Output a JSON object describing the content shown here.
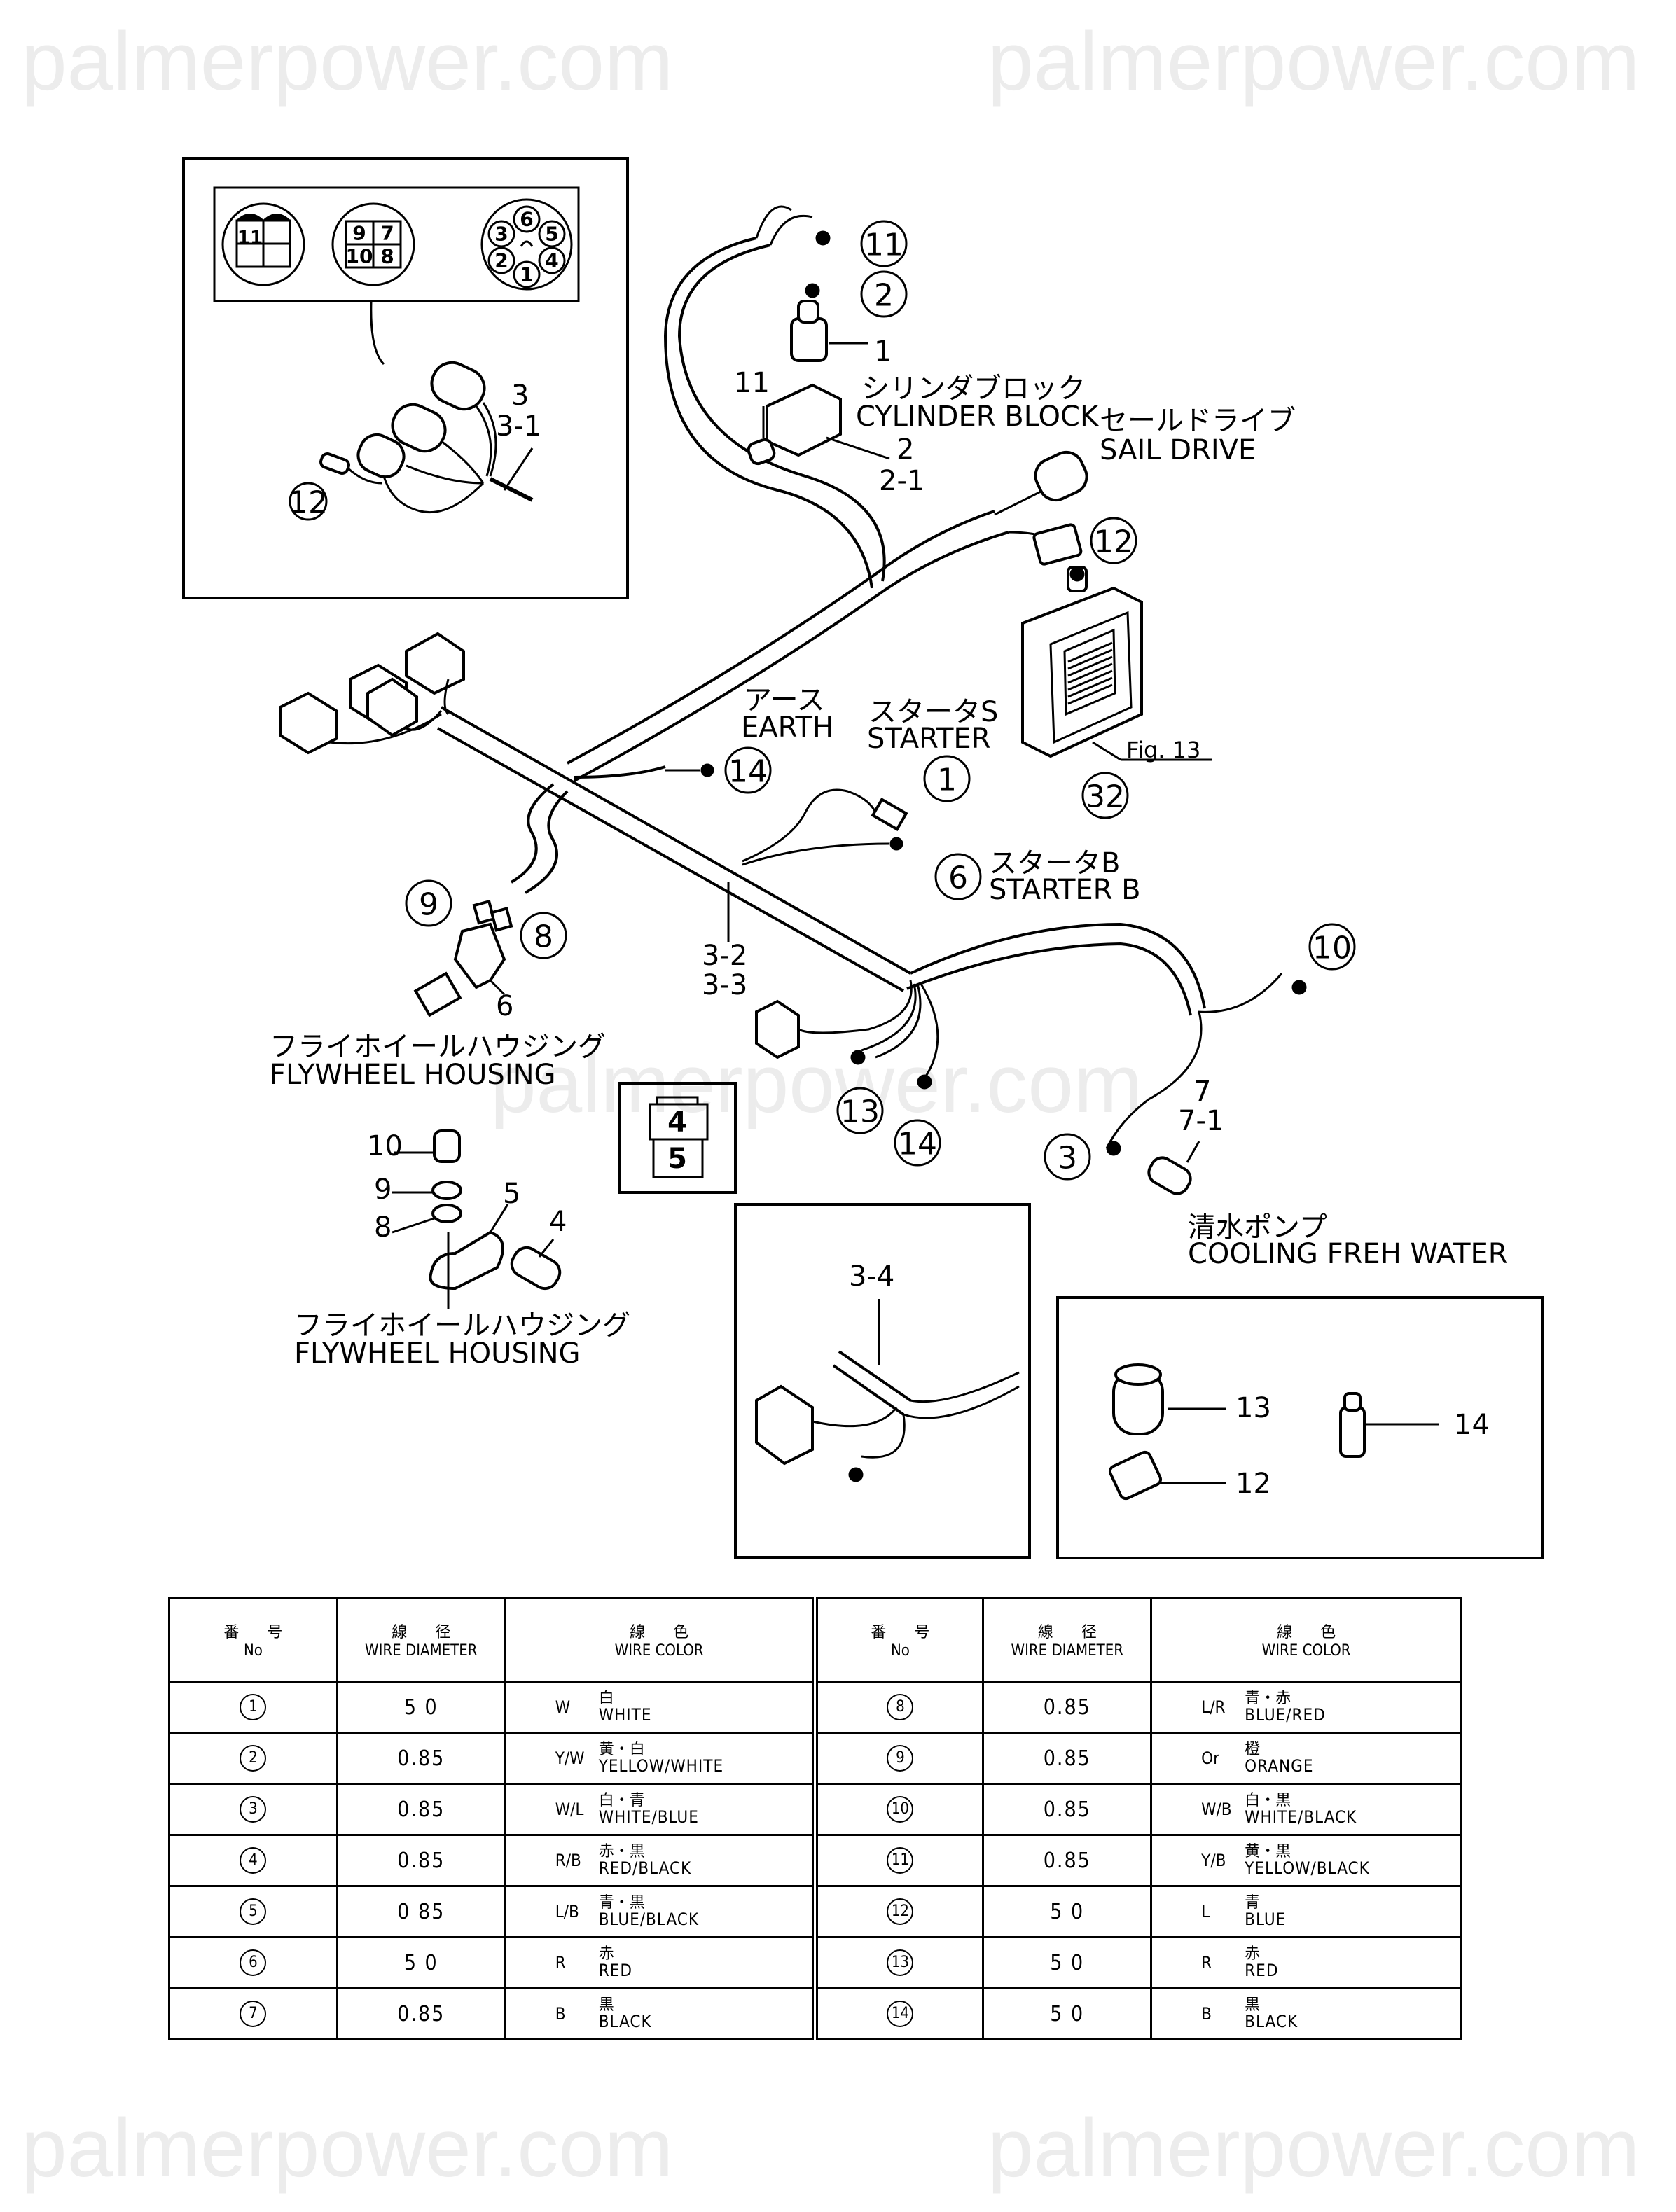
{
  "watermark": "palmerpower.com",
  "inset_connector": {
    "connector_a_pins": [
      "11",
      "",
      "",
      ""
    ],
    "connector_b_pins": [
      "9",
      "7",
      "10",
      "8"
    ],
    "connector_c_pins": [
      "6",
      "3",
      "5",
      "2",
      "4",
      "1"
    ],
    "callouts": {
      "part_3": "3",
      "part_3_1": "3-1",
      "wire_12": "12"
    }
  },
  "callouts": {
    "w11_top": "11",
    "w2_top": "2",
    "part_1": "1",
    "part_11": "11",
    "part_2": "2",
    "part_2_1": "2-1",
    "w12_right": "12",
    "w14_earth": "14",
    "w1_starter": "1",
    "w32": "32",
    "w6_starter": "6",
    "w9": "9",
    "w8": "8",
    "part_6": "6",
    "part_3_2": "3-2",
    "part_3_3": "3-3",
    "w10": "10",
    "w13": "13",
    "w14_lower": "14",
    "w3": "3",
    "part_7": "7",
    "part_7_1": "7-1",
    "part_10": "10",
    "part_9": "9",
    "part_8": "8",
    "part_5": "5",
    "part_4": "4",
    "box_4": "4",
    "box_5": "5",
    "part_3_4": "3-4",
    "part_13": "13",
    "part_12": "12",
    "part_14": "14"
  },
  "labels": {
    "cylinder_block_jp": "シリンダブロック",
    "cylinder_block_en": "CYLINDER BLOCK",
    "sail_drive_jp": "セールドライブ",
    "sail_drive_en": "SAIL DRIVE",
    "earth_jp": "アース",
    "earth_en": "EARTH",
    "starter_s_jp": "スタータS",
    "starter_s_en": "STARTER",
    "starter_b_jp": "スタータB",
    "starter_b_en": "STARTER B",
    "fig_ref": "Fig. 13",
    "flywheel_housing_jp": "フライホイールハウジング",
    "flywheel_housing_en": "FLYWHEEL HOUSING",
    "flywheel_housing2_jp": "フライホイールハウジング",
    "flywheel_housing2_en": "FLYWHEEL HOUSING",
    "cooling_jp": "清水ポンプ",
    "cooling_en": "COOLING FREH WATER"
  },
  "wire_table": {
    "headers": {
      "no_jp": "番号",
      "no_en": "No",
      "diameter_jp": "線径",
      "diameter_en": "WIRE DIAMETER",
      "color_jp": "線色",
      "color_en": "WIRE COLOR"
    },
    "rows": [
      {
        "no": "1",
        "diameter": "5 0",
        "code": "W",
        "color_jp": "白",
        "color_en": "WHITE"
      },
      {
        "no": "2",
        "diameter": "0.85",
        "code": "Y/W",
        "color_jp": "黄・白",
        "color_en": "YELLOW/WHITE"
      },
      {
        "no": "3",
        "diameter": "0.85",
        "code": "W/L",
        "color_jp": "白・青",
        "color_en": "WHITE/BLUE"
      },
      {
        "no": "4",
        "diameter": "0.85",
        "code": "R/B",
        "color_jp": "赤・黒",
        "color_en": "RED/BLACK"
      },
      {
        "no": "5",
        "diameter": "0 85",
        "code": "L/B",
        "color_jp": "青・黒",
        "color_en": "BLUE/BLACK"
      },
      {
        "no": "6",
        "diameter": "5 0",
        "code": "R",
        "color_jp": "赤",
        "color_en": "RED"
      },
      {
        "no": "7",
        "diameter": "0.85",
        "code": "B",
        "color_jp": "黒",
        "color_en": "BLACK"
      },
      {
        "no": "8",
        "diameter": "0.85",
        "code": "L/R",
        "color_jp": "青・赤",
        "color_en": "BLUE/RED"
      },
      {
        "no": "9",
        "diameter": "0.85",
        "code": "Or",
        "color_jp": "橙",
        "color_en": "ORANGE"
      },
      {
        "no": "10",
        "diameter": "0.85",
        "code": "W/B",
        "color_jp": "白・黒",
        "color_en": "WHITE/BLACK"
      },
      {
        "no": "11",
        "diameter": "0.85",
        "code": "Y/B",
        "color_jp": "黄・黒",
        "color_en": "YELLOW/BLACK"
      },
      {
        "no": "12",
        "diameter": "5 0",
        "code": "L",
        "color_jp": "青",
        "color_en": "BLUE"
      },
      {
        "no": "13",
        "diameter": "5 0",
        "code": "R",
        "color_jp": "赤",
        "color_en": "RED"
      },
      {
        "no": "14",
        "diameter": "5 0",
        "code": "B",
        "color_jp": "黒",
        "color_en": "BLACK"
      }
    ]
  }
}
